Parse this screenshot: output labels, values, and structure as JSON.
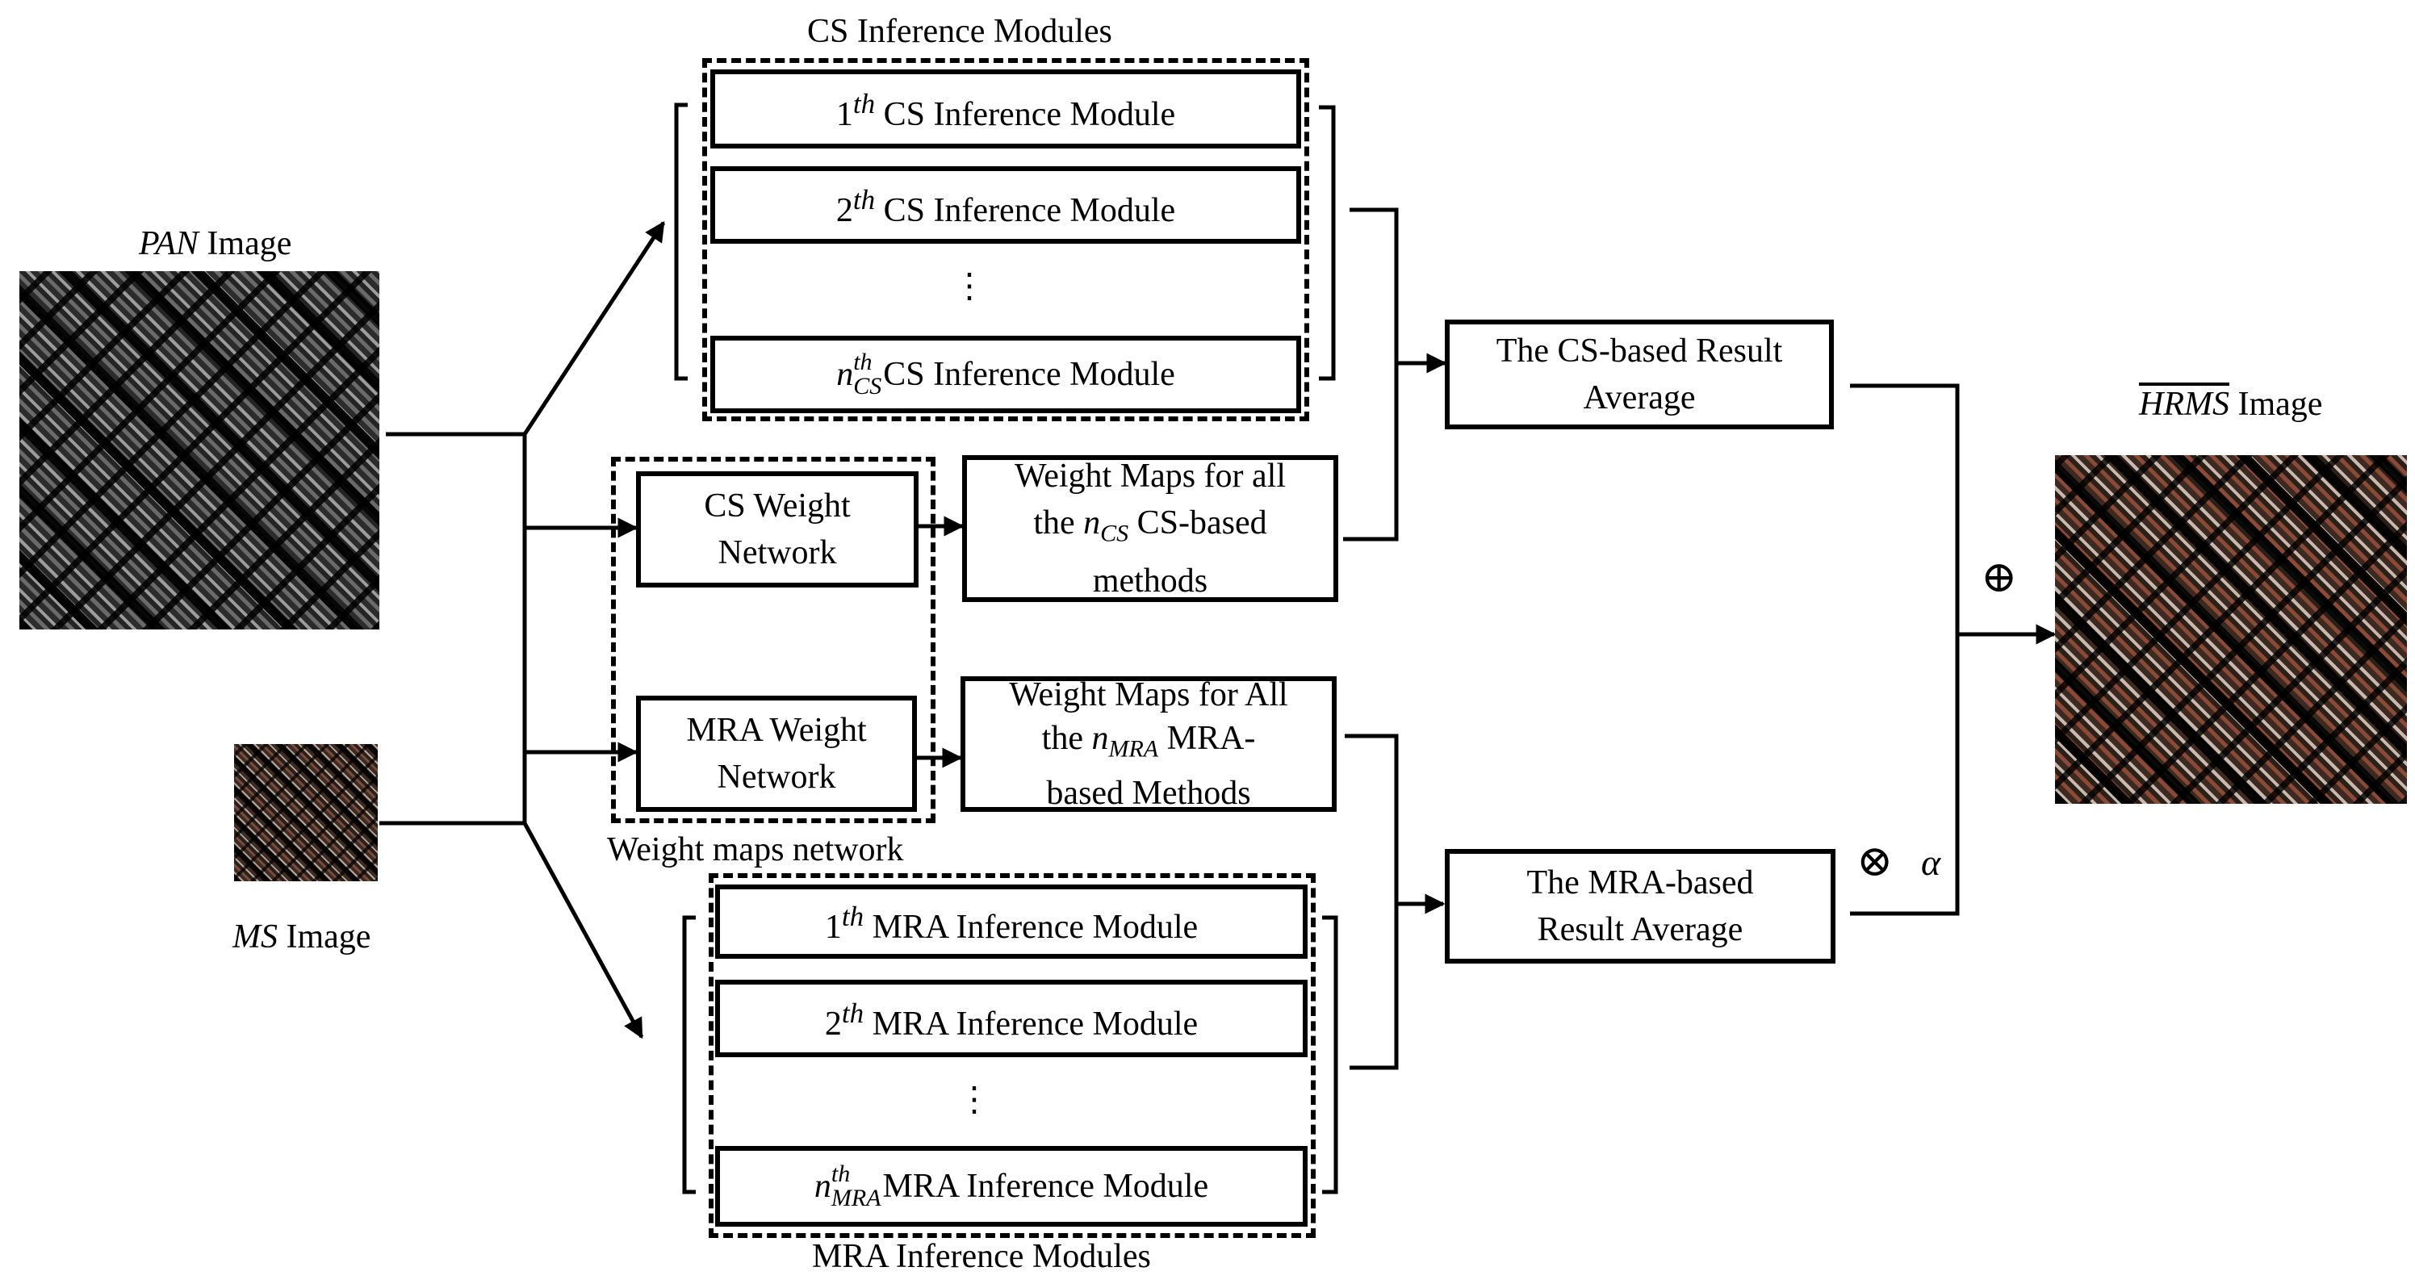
{
  "inputs": {
    "pan": {
      "symbol": "PAN",
      "word": "Image"
    },
    "ms": {
      "symbol": "MS",
      "word": "Image"
    }
  },
  "output": {
    "symbol": "HRMS",
    "word": "Image"
  },
  "cs_group": {
    "title": "CS Inference Modules",
    "modules": [
      {
        "index": "1",
        "sup": "th",
        "sub": "",
        "text": "CS Inference Module"
      },
      {
        "index": "2",
        "sup": "th",
        "sub": "",
        "text": "CS Inference Module"
      },
      {
        "index": "n",
        "sup": "th",
        "sub": "CS",
        "text": "CS Inference Module"
      }
    ],
    "ellipsis": "⋮"
  },
  "mra_group": {
    "title": "MRA Inference Modules",
    "modules": [
      {
        "index": "1",
        "sup": "th",
        "sub": "",
        "text": "MRA Inference Module"
      },
      {
        "index": "2",
        "sup": "th",
        "sub": "",
        "text": "MRA Inference Module"
      },
      {
        "index": "n",
        "sup": "th",
        "sub": "MRA",
        "text": "MRA Inference Module"
      }
    ],
    "ellipsis": "⋮"
  },
  "weight_network": {
    "title": "Weight maps network",
    "cs_line1": "CS Weight",
    "cs_line2": "Network",
    "mra_line1": "MRA Weight",
    "mra_line2": "Network"
  },
  "weight_maps": {
    "cs": {
      "line1": "Weight Maps for all",
      "line2_pre": "the",
      "var": "n",
      "sub": "CS",
      "line2_post": "CS-based",
      "line3": "methods"
    },
    "mra": {
      "line1": "Weight Maps for All",
      "line2_pre": "the",
      "var": "n",
      "sub": "MRA",
      "line2_post": "MRA-",
      "line3": "based Methods"
    }
  },
  "results": {
    "cs_line1": "The CS-based Result",
    "cs_line2": "Average",
    "mra_line1": "The MRA-based",
    "mra_line2": "Result Average"
  },
  "operators": {
    "oplus": "⊕",
    "otimes": "⊗",
    "alpha": "α"
  }
}
